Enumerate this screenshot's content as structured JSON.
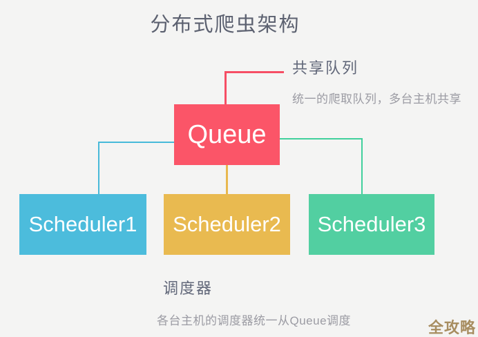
{
  "title": "分布式爬虫架构",
  "diagram": {
    "queue": {
      "label": "Queue",
      "color": "#fb5568"
    },
    "schedulers": [
      {
        "label": "Scheduler1",
        "color": "#4cbcdc"
      },
      {
        "label": "Scheduler2",
        "color": "#e9ba50"
      },
      {
        "label": "Scheduler3",
        "color": "#52cfa1"
      }
    ],
    "connectors": {
      "queue_annotation_red": "#f64e64",
      "scheduler1_blue": "#47b9d9",
      "scheduler2_yellow": "#e8b84e",
      "scheduler3_green": "#40d09c"
    },
    "annotations": {
      "queue_heading": "共享队列",
      "queue_note": "统一的爬取队列，多台主机共享",
      "scheduler_heading": "调度器",
      "scheduler_note": "各台主机的调度器统一从Queue调度"
    }
  },
  "colors": {
    "background": "#f4f4f3",
    "title_text": "#5c6170",
    "annotation_heading": "#62687a",
    "annotation_body": "#9b9ba3",
    "node_text": "#ffffff",
    "watermark_gold": "#a78d60"
  },
  "watermark": "全攻略"
}
